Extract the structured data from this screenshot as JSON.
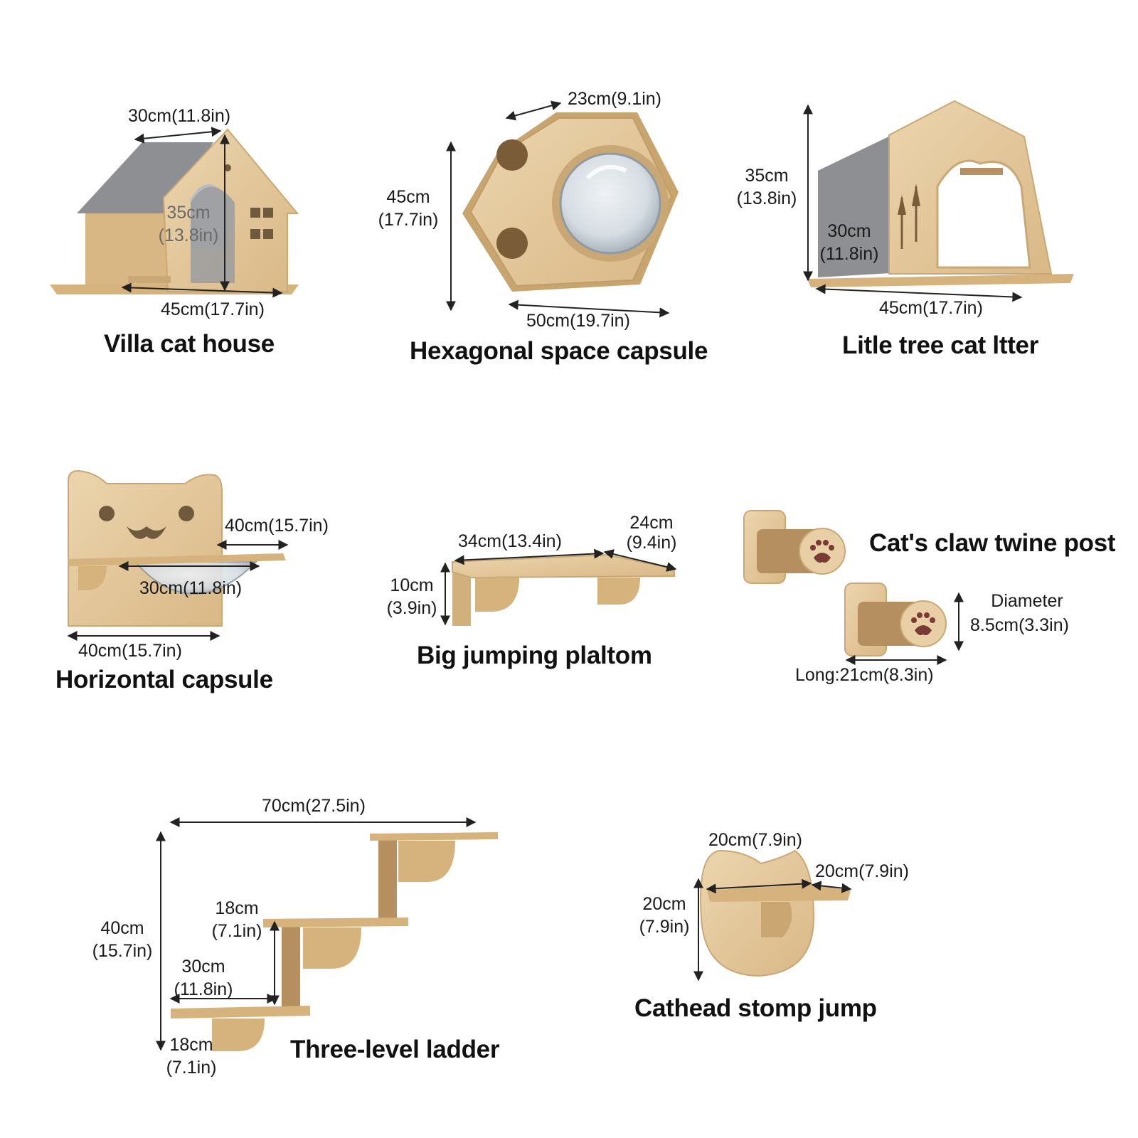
{
  "products": {
    "villa": {
      "title": "Villa cat house",
      "width": "30cm(11.8in)",
      "height_cm": "35cm",
      "height_in": "(13.8in)",
      "length": "45cm(17.7in)"
    },
    "hexagon": {
      "title": "Hexagonal space capsule",
      "depth": "23cm(9.1in)",
      "height_cm": "45cm",
      "height_in": "(17.7in)",
      "width": "50cm(19.7in)"
    },
    "tree": {
      "title": "Litle tree cat ltter",
      "height_cm": "35cm",
      "height_in": "(13.8in)",
      "depth_cm": "30cm",
      "depth_in": "(11.8in)",
      "length": "45cm(17.7in)"
    },
    "horizontal": {
      "title": "Horizontal capsule",
      "depth": "40cm(15.7in)",
      "bowl": "30cm(11.8in)",
      "width": "40cm(15.7in)"
    },
    "platform": {
      "title": "Big jumping plaltom",
      "length": "34cm(13.4in)",
      "depth_cm": "24cm",
      "depth_in": "(9.4in)",
      "height_cm": "10cm",
      "height_in": "(3.9in)"
    },
    "claw": {
      "title": "Cat's claw twine post",
      "diameter_label": "Diameter",
      "diameter": "8.5cm(3.3in)",
      "length": "Long:21cm(8.3in)"
    },
    "ladder": {
      "title": "Three-level ladder",
      "width": "70cm(27.5in)",
      "height_cm": "40cm",
      "height_in": "(15.7in)",
      "step_cm": "18cm",
      "step_in": "(7.1in)",
      "shelf_cm": "30cm",
      "shelf_in": "(11.8in)",
      "bottom_cm": "18cm",
      "bottom_in": "(7.1in)"
    },
    "cathead": {
      "title": "Cathead stomp jump",
      "width": "20cm(7.9in)",
      "depth": "20cm(7.9in)",
      "height_cm": "20cm",
      "height_in": "(7.9in)"
    }
  },
  "colors": {
    "wood": "#e3c79b",
    "wood_dark": "#c9a875",
    "roof": "#8d8f93",
    "sisal": "#b58f5f",
    "paw": "#7a3b35",
    "acrylic": "#cfd6dc"
  }
}
